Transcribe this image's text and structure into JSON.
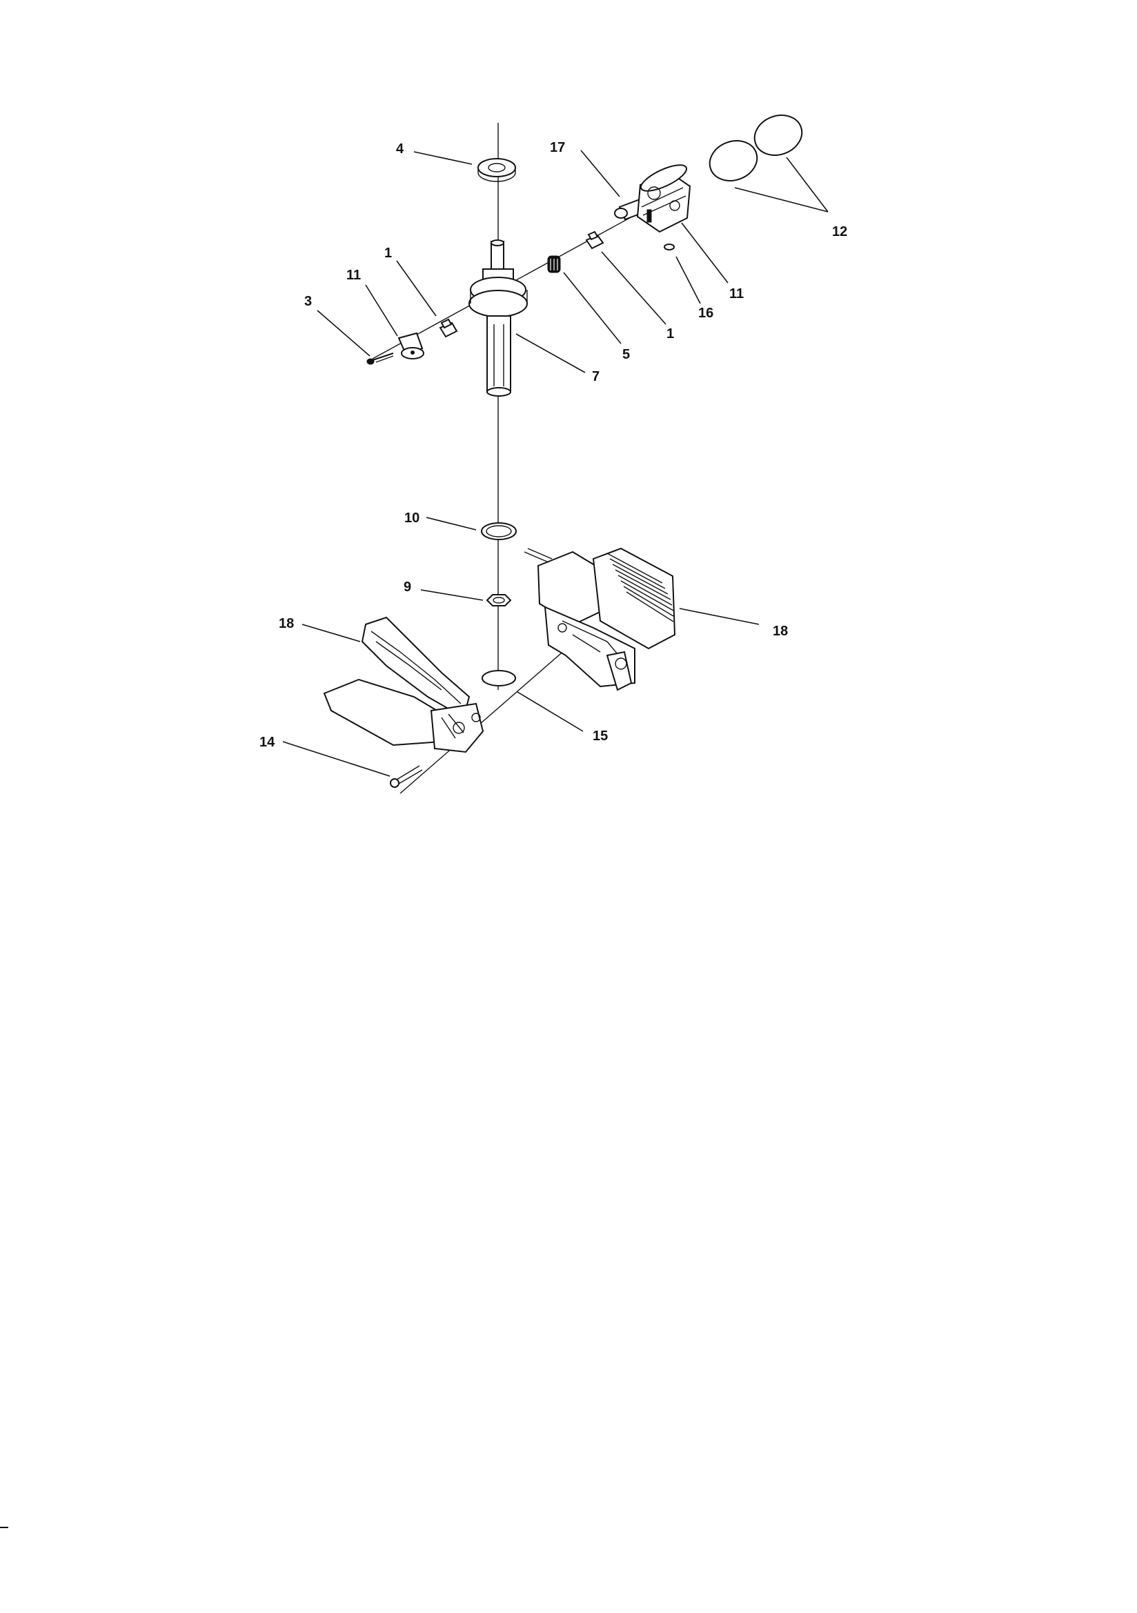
{
  "diagram": {
    "callouts": {
      "c4": "4",
      "c17": "17",
      "c12": "12",
      "c1a": "1",
      "c11a": "11",
      "c3": "3",
      "c11b": "11",
      "c16": "16",
      "c1b": "1",
      "c5": "5",
      "c7": "7",
      "c10": "10",
      "c9": "9",
      "c18a": "18",
      "c18b": "18",
      "c15": "15",
      "c14": "14"
    },
    "colors": {
      "ink": "#111111",
      "paper": "#ffffff"
    }
  }
}
